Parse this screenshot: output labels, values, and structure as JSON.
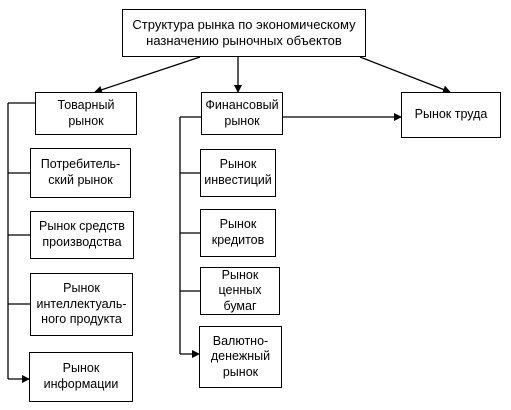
{
  "diagram": {
    "root": {
      "label": "Структура рынка по экономическому\nназначению рыночных объектов"
    },
    "branches": {
      "goods": {
        "label": "Товарный\nрынок",
        "children": [
          "Потребитель-\nский рынок",
          "Рынок средств\nпроизводства",
          "Рынок\nинтеллектуаль-\nного продукта",
          "Рынок\nинформации"
        ]
      },
      "financial": {
        "label": "Финансовый\nрынок",
        "children": [
          "Рынок\nинвестиций",
          "Рынок\nкредитов",
          "Рынок ценных\nбумаг",
          "Валютно-\nденежный\nрынок"
        ]
      },
      "labor": {
        "label": "Рынок труда"
      }
    }
  }
}
